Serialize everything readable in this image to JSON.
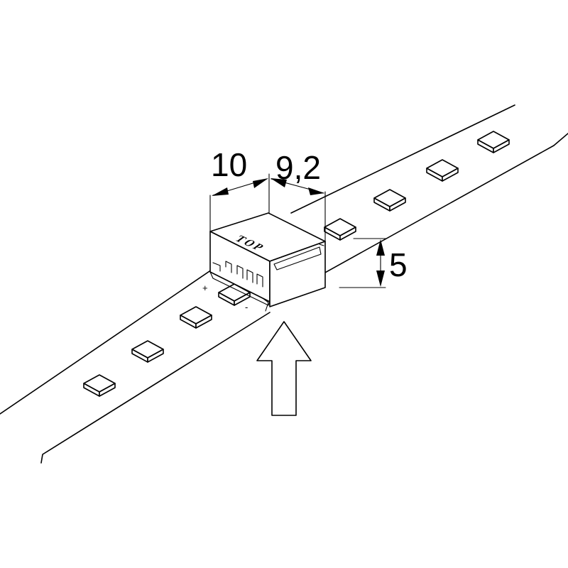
{
  "labels": {
    "width_left": "10",
    "width_right": "9,2",
    "height": "5",
    "top_marking": "TOP",
    "plus": "+",
    "minus": "-"
  },
  "icons": {
    "insert_arrow": "arrow-up-icon"
  }
}
